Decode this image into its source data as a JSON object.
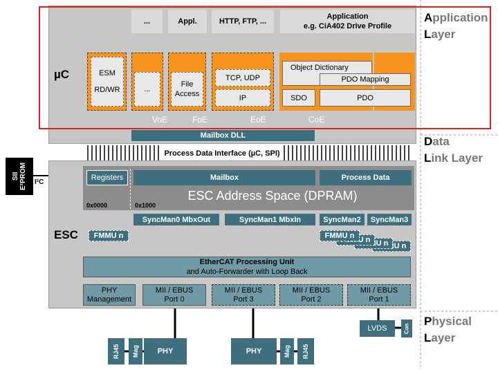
{
  "colors": {
    "orange": "#f7941d",
    "teal": "#3f6f7f",
    "red": "#e02020",
    "gray": "#c7c7c7"
  },
  "mc": {
    "label": "µC",
    "top_boxes": [
      "...",
      "Appl.",
      "HTTP, FTP, ...",
      "Application\ne.g. CiA402 Drive Profile"
    ],
    "esm": "ESM\n\nRD/WR",
    "dots": "...",
    "file_access": "File\nAccess",
    "tcp_udp": "TCP, UDP",
    "ip": "IP",
    "object_dictionary": "Object Dictionary",
    "pdo_mapping": "PDO Mapping",
    "sdo": "SDO",
    "pdo": "PDO",
    "protocols": [
      "VoE",
      "FoE",
      "EoE",
      "CoE"
    ],
    "mailbox_dll": "Mailbox DLL"
  },
  "pdi": "Process Data Interface (µC, SPI)",
  "eeprom": "SII\nE²PROM",
  "i2c": "I²C",
  "esc": {
    "label": "ESC",
    "registers": "Registers",
    "mailbox": "Mailbox",
    "process_data": "Process Data",
    "address_space": "ESC Address Space (DPRAM)",
    "addr_0": "0x0000",
    "addr_1000": "0x1000",
    "syncmans": [
      "SyncMan0 MbxOut",
      "SyncMan1 MbxIn",
      "SyncMan2",
      "SyncMan3"
    ],
    "fmmu": "FMMU n",
    "fmmu_stack": [
      "FMMU n",
      "FMMU n",
      "FMMU n",
      "FMMU n"
    ],
    "epu_line1": "EtherCAT Processing Unit",
    "epu_line2": "and Auto-Forwarder with Loop Back",
    "phy_mgmt": "PHY\nManagement",
    "ports": [
      "MII / EBUS\nPort 0",
      "MII / EBUS\nPort 3",
      "MII / EBUS\nPort 2",
      "MII / EBUS\nPort 1"
    ]
  },
  "physical": {
    "phy": "PHY",
    "mag": "Mag",
    "rj45": "RJ45",
    "lvds": "LVDS",
    "con": "Con"
  },
  "layers": {
    "application": [
      "A",
      "pplication",
      "L",
      "ayer"
    ],
    "datalink": [
      "D",
      "ata",
      "L",
      "ink Layer"
    ],
    "physical": [
      "P",
      "hysical",
      "L",
      "ayer"
    ]
  }
}
